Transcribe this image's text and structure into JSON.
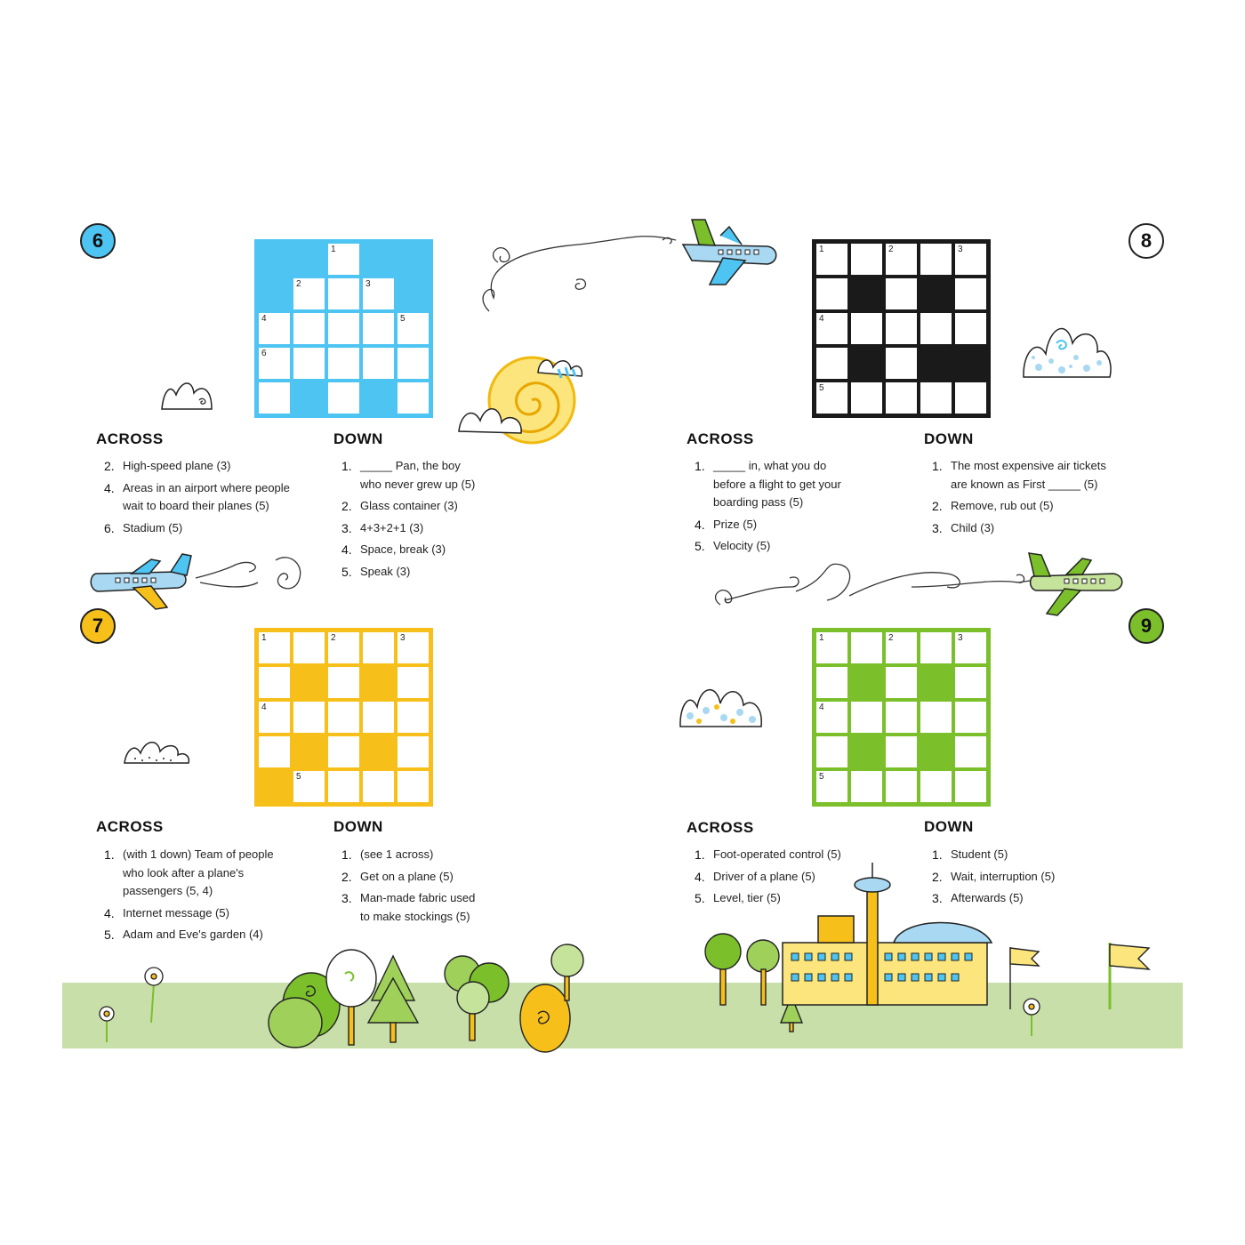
{
  "colors": {
    "blue": "#4dc4f2",
    "black": "#1a1a1a",
    "yellow": "#f6bf1a",
    "green": "#7bc02b",
    "ground": "#c8dfa9"
  },
  "puzzles": [
    {
      "number": "6",
      "color": "blue",
      "across_heading": "ACROSS",
      "down_heading": "DOWN",
      "across": [
        {
          "num": "2.",
          "text": "High-speed plane (3)"
        },
        {
          "num": "4.",
          "text": "Areas in an airport where people wait to board their planes (5)"
        },
        {
          "num": "6.",
          "text": "Stadium (5)"
        }
      ],
      "down": [
        {
          "num": "1.",
          "text": "_____ Pan, the boy who never grew up (5)"
        },
        {
          "num": "2.",
          "text": "Glass container (3)"
        },
        {
          "num": "3.",
          "text": "4+3+2+1 (3)"
        },
        {
          "num": "4.",
          "text": "Space, break (3)"
        },
        {
          "num": "5.",
          "text": "Speak (3)"
        }
      ],
      "grid": [
        "XX#XX",
        "X###X",
        "#####",
        "#####",
        "#X#X#"
      ],
      "numbers": [
        {
          "r": 0,
          "c": 2,
          "n": "1"
        },
        {
          "r": 1,
          "c": 1,
          "n": "2"
        },
        {
          "r": 1,
          "c": 3,
          "n": "3"
        },
        {
          "r": 2,
          "c": 0,
          "n": "4"
        },
        {
          "r": 2,
          "c": 4,
          "n": "5"
        },
        {
          "r": 3,
          "c": 0,
          "n": "6"
        }
      ]
    },
    {
      "number": "7",
      "color": "yellow",
      "across_heading": "ACROSS",
      "down_heading": "DOWN",
      "across": [
        {
          "num": "1.",
          "text": "(with 1 down) Team of people who look after a plane's passengers (5, 4)"
        },
        {
          "num": "4.",
          "text": "Internet message (5)"
        },
        {
          "num": "5.",
          "text": "Adam and Eve's garden (4)"
        }
      ],
      "down": [
        {
          "num": "1.",
          "text": "(see 1 across)"
        },
        {
          "num": "2.",
          "text": "Get on a plane (5)"
        },
        {
          "num": "3.",
          "text": "Man-made fabric used to make stockings (5)"
        }
      ],
      "grid": [
        "#####",
        "#X#X#",
        "#####",
        "#X#X#",
        "X####"
      ],
      "numbers": [
        {
          "r": 0,
          "c": 0,
          "n": "1"
        },
        {
          "r": 0,
          "c": 2,
          "n": "2"
        },
        {
          "r": 0,
          "c": 4,
          "n": "3"
        },
        {
          "r": 2,
          "c": 0,
          "n": "4"
        },
        {
          "r": 4,
          "c": 1,
          "n": "5"
        }
      ]
    },
    {
      "number": "8",
      "color": "black",
      "across_heading": "ACROSS",
      "down_heading": "DOWN",
      "across": [
        {
          "num": "1.",
          "text": "_____ in, what you do before a flight to get your boarding pass (5)"
        },
        {
          "num": "4.",
          "text": "Prize (5)"
        },
        {
          "num": "5.",
          "text": "Velocity (5)"
        }
      ],
      "down": [
        {
          "num": "1.",
          "text": "The most expensive air tickets are known as First _____ (5)"
        },
        {
          "num": "2.",
          "text": "Remove, rub out (5)"
        },
        {
          "num": "3.",
          "text": "Child (3)"
        }
      ],
      "grid": [
        "#####",
        "#X#X#",
        "#####",
        "#X#XX",
        "#####"
      ],
      "numbers": [
        {
          "r": 0,
          "c": 0,
          "n": "1"
        },
        {
          "r": 0,
          "c": 2,
          "n": "2"
        },
        {
          "r": 0,
          "c": 4,
          "n": "3"
        },
        {
          "r": 2,
          "c": 0,
          "n": "4"
        },
        {
          "r": 4,
          "c": 0,
          "n": "5"
        }
      ]
    },
    {
      "number": "9",
      "color": "green",
      "across_heading": "ACROSS",
      "down_heading": "DOWN",
      "across": [
        {
          "num": "1.",
          "text": "Foot-operated control (5)"
        },
        {
          "num": "4.",
          "text": "Driver of a plane (5)"
        },
        {
          "num": "5.",
          "text": "Level, tier (5)"
        }
      ],
      "down": [
        {
          "num": "1.",
          "text": "Student (5)"
        },
        {
          "num": "2.",
          "text": "Wait, interruption (5)"
        },
        {
          "num": "3.",
          "text": "Afterwards (5)"
        }
      ],
      "grid": [
        "#####",
        "#X#X#",
        "#####",
        "#X#X#",
        "#####"
      ],
      "numbers": [
        {
          "r": 0,
          "c": 0,
          "n": "1"
        },
        {
          "r": 0,
          "c": 2,
          "n": "2"
        },
        {
          "r": 0,
          "c": 4,
          "n": "3"
        },
        {
          "r": 2,
          "c": 0,
          "n": "4"
        },
        {
          "r": 4,
          "c": 0,
          "n": "5"
        }
      ]
    }
  ],
  "illustrations": [
    "airplane-icon",
    "cloud-icon",
    "sun-icon",
    "airport-building-icon",
    "tree-icon",
    "flower-icon",
    "flag-icon"
  ]
}
